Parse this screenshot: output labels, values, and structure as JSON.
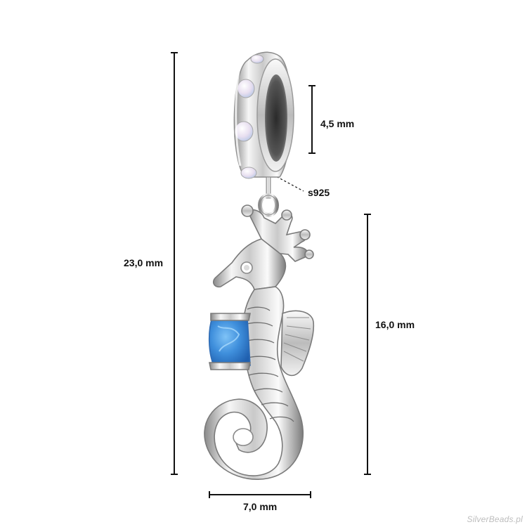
{
  "dimensions": {
    "total_height": "23,0 mm",
    "charm_height": "16,0 mm",
    "hole_diameter": "4,5 mm",
    "width": "7,0 mm"
  },
  "stamp": "s925",
  "watermark": "SilverBeads.pl",
  "colors": {
    "silver_light": "#f4f4f4",
    "silver_mid": "#bfbfbf",
    "silver_dark": "#6e6e6e",
    "opal_blue": "#3f8fdc",
    "opal_pink": "#e8dff0",
    "line": "#111111"
  }
}
